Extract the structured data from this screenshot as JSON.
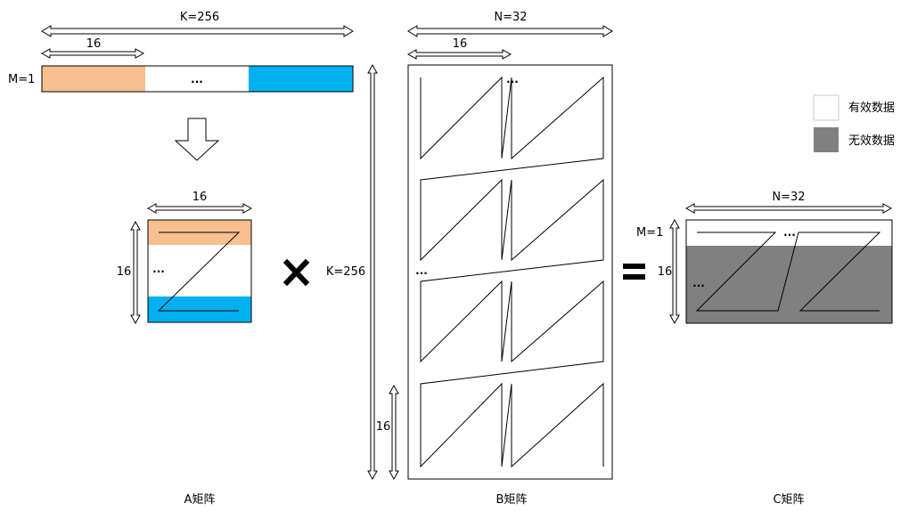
{
  "colors": {
    "valid_first_row": "#f8bf8f",
    "valid_last_row": "#00b0f0",
    "invalid_data": "#808080",
    "valid_data": "#ffffff",
    "line": "#000000"
  },
  "matrix_a": {
    "k_label": "K=256",
    "col_block_label": "16",
    "m_label": "M=1",
    "row_dots": "...",
    "tile_width_label": "16",
    "tile_height_label": "16",
    "tile_dots": "...",
    "caption": "A矩阵"
  },
  "operators": {
    "multiply_icon": "multiply-icon",
    "equals_icon": "equals-icon"
  },
  "matrix_b": {
    "n_label": "N=32",
    "col_block_label": "16",
    "k_label": "K=256",
    "row_block_label": "16",
    "col_dots": "...",
    "row_dots": "...",
    "caption": "B矩阵"
  },
  "matrix_c": {
    "n_label": "N=32",
    "m_label": "M=1",
    "height_label": "16",
    "col_dots": "...",
    "row_dots": "...",
    "caption": "C矩阵"
  },
  "legend": [
    {
      "label": "有效数据",
      "color": "#ffffff"
    },
    {
      "label": "无效数据",
      "color": "#808080"
    }
  ]
}
